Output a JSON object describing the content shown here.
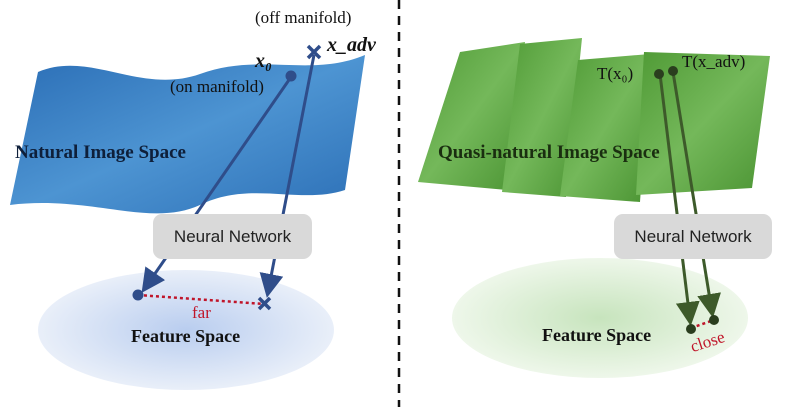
{
  "left": {
    "off_manifold": "(off manifold)",
    "on_manifold": "(on manifold)",
    "x0": "x₀",
    "xadv": "x_adv",
    "space_label": "Natural Image Space",
    "network": "Neural Network",
    "feature_space": "Feature Space",
    "distance": "far",
    "colors": {
      "surface": "#3f86c6",
      "arrow": "#2f4d8a",
      "feature": "#cfdcf3",
      "distance": "#c0152a"
    }
  },
  "right": {
    "t_x0": "T(x₀)",
    "t_xadv": "T(x_adv)",
    "space_label": "Quasi-natural Image Space",
    "network": "Neural Network",
    "feature_space": "Feature Space",
    "distance": "close",
    "colors": {
      "surface": "#5fa845",
      "arrow": "#3d5a2a",
      "feature": "#d6ecd0",
      "distance": "#c0152a"
    }
  },
  "divider": {
    "style": "dashed",
    "color": "#111111"
  }
}
